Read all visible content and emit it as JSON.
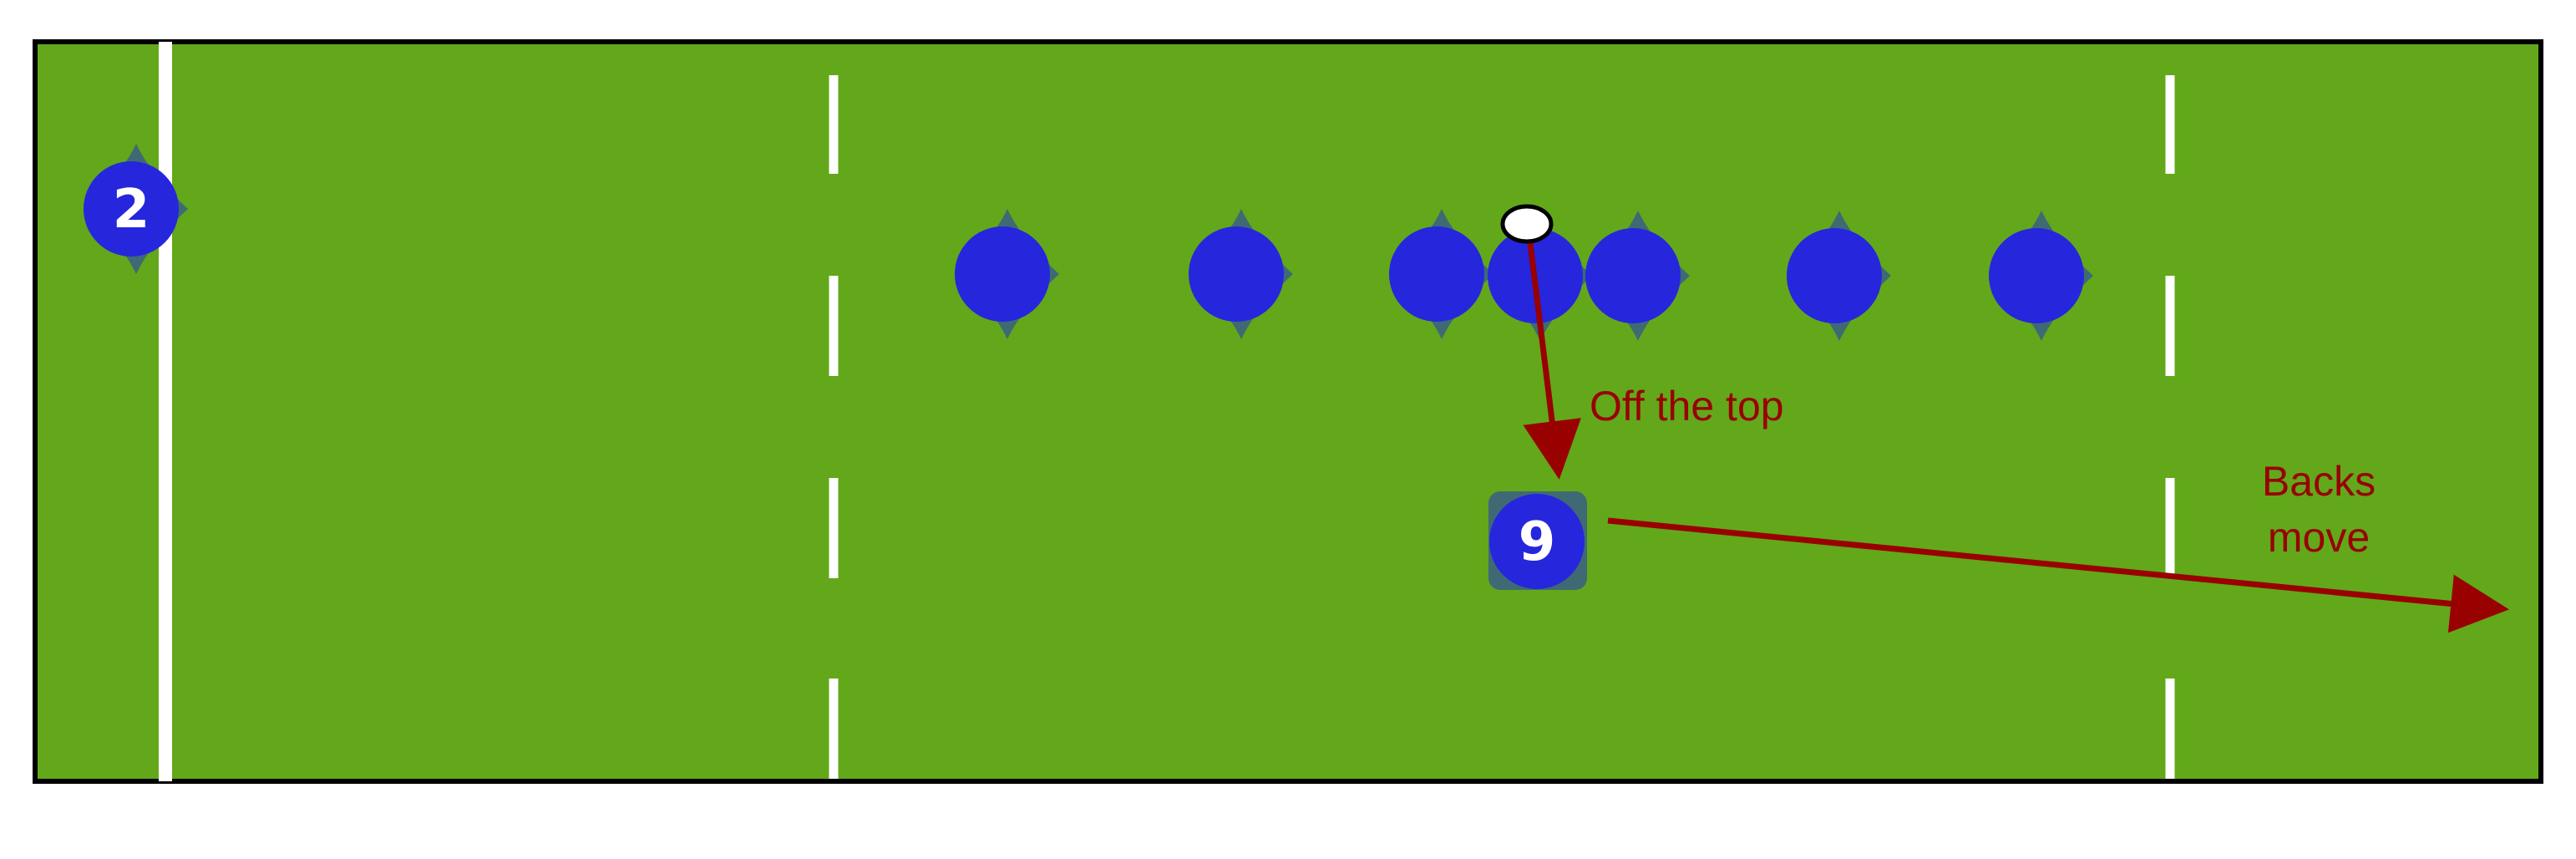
{
  "colors": {
    "pitch": "#62a81a",
    "border": "#000000",
    "line": "#ffffff",
    "player": "#2626dd",
    "shadow": "#3f6a74",
    "arrow": "#990000",
    "ball": "#ffffff"
  },
  "players": [
    {
      "role": "numbered",
      "number": "2"
    },
    {
      "role": "forward",
      "number": ""
    },
    {
      "role": "forward",
      "number": ""
    },
    {
      "role": "forward",
      "number": ""
    },
    {
      "role": "forward",
      "number": ""
    },
    {
      "role": "forward",
      "number": ""
    },
    {
      "role": "forward",
      "number": ""
    },
    {
      "role": "forward",
      "number": ""
    },
    {
      "role": "numbered",
      "number": "9"
    }
  ],
  "annotations": {
    "off_the_top": "Off the top",
    "backs_move_line1": "Backs",
    "backs_move_line2": "move"
  },
  "icons": {
    "ball": "rugby-ball-icon",
    "arrow": "arrow-icon"
  }
}
